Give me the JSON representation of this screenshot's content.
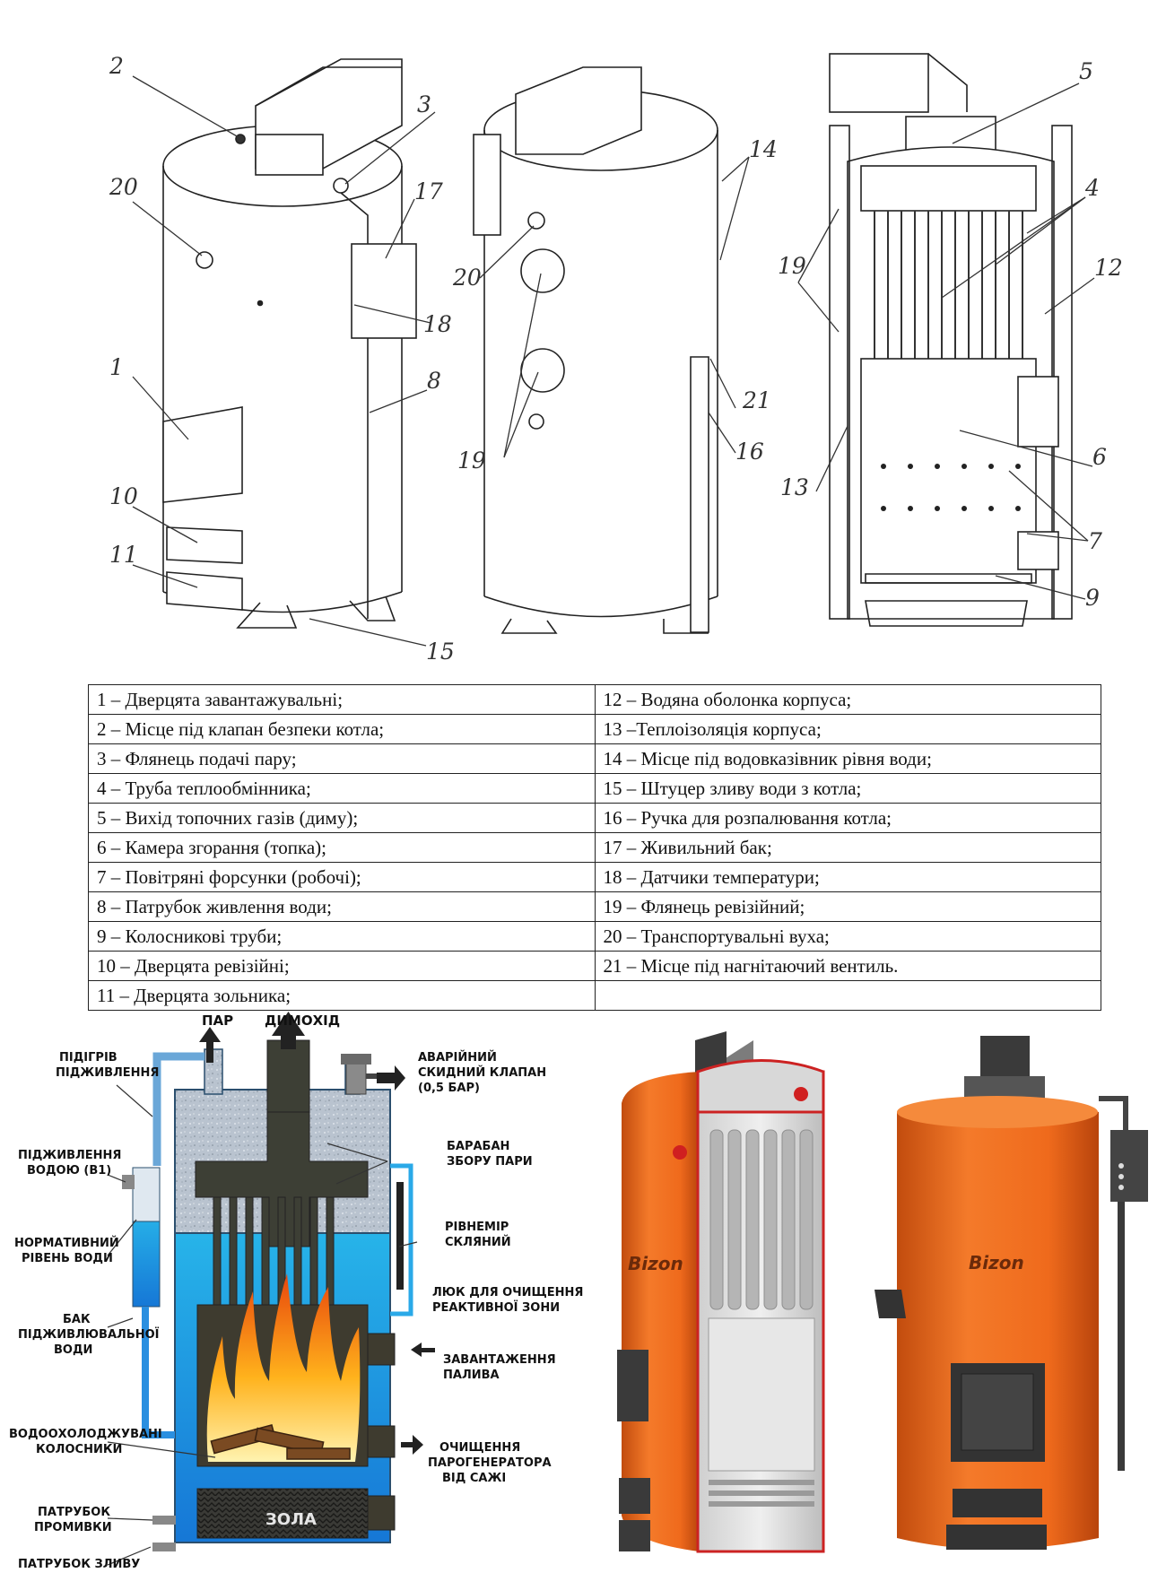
{
  "callouts": {
    "c1": "1",
    "c2": "2",
    "c3": "3",
    "c4": "4",
    "c5": "5",
    "c6": "6",
    "c7": "7",
    "c8": "8",
    "c9": "9",
    "c10": "10",
    "c11": "11",
    "c12": "12",
    "c13": "13",
    "c14": "14",
    "c15": "15",
    "c16": "16",
    "c17": "17",
    "c18": "18",
    "c19": "19",
    "c20": "20",
    "c21": "21",
    "c19b": "19",
    "c20b": "20"
  },
  "legend": {
    "left": [
      "1 – Дверцята завантажувальні;",
      "2 – Місце під клапан безпеки котла;",
      "3 – Флянець подачі пару;",
      "4 – Труба теплообмінника;",
      "5 – Вихід топочних газів (диму);",
      "6 – Камера згорання (топка);",
      "7 – Повітряні форсунки (робочі);",
      "8 – Патрубок живлення води;",
      "9 – Колосникові труби;",
      "10 – Дверцята ревізійні;",
      "11 – Дверцята зольника;"
    ],
    "right": [
      "12 – Водяна оболонка корпуса;",
      "13 –Теплоізоляція корпуса;",
      "14 – Місце під водовказівник  рівня води;",
      "15 – Штуцер зливу води з котла;",
      "16 – Ручка для розпалювання котла;",
      "17 – Живильний бак;",
      "18 – Датчики температури;",
      "19 – Флянець ревізійний;",
      "20 – Транспортувальні вуха;",
      "21 – Місце під нагнітаючий вентиль.",
      ""
    ]
  },
  "schema": {
    "steam": "ПАР",
    "chimney": "ДИМОХІД",
    "preheat": [
      "ПІДІГРІВ",
      "ПІДЖИВЛЕННЯ"
    ],
    "feed_water": [
      "ПІДЖИВЛЕННЯ",
      "ВОДОЮ (В1)"
    ],
    "normal_level": [
      "НОРМАТИВНИЙ",
      "РІВЕНЬ ВОДИ"
    ],
    "feed_tank": [
      "БАК",
      "ПІДЖИВЛЮВАЛЬНОЇ",
      "ВОДИ"
    ],
    "grates": [
      "ВОДООХОЛОДЖУВАНІ",
      "КОЛОСНИКИ"
    ],
    "flush": [
      "ПАТРУБОК",
      "ПРОМИВКИ"
    ],
    "drain": "ПАТРУБОК ЗЛИВУ",
    "valve": [
      "АВАРІЙНИЙ",
      "СКИДНИЙ КЛАПАН",
      "(0,5 БАР)"
    ],
    "drum": [
      "БАРАБАН",
      "ЗБОРУ ПАРИ"
    ],
    "gauge": [
      "РІВНЕМІР",
      "СКЛЯНИЙ"
    ],
    "hatch": [
      "ЛЮК ДЛЯ ОЧИЩЕННЯ",
      "РЕАКТИВНОЇ ЗОНИ"
    ],
    "loading": [
      "ЗАВАНТАЖЕННЯ",
      "ПАЛИВА"
    ],
    "cleaning": [
      "ОЧИЩЕННЯ",
      "ПАРОГЕНЕРАТОРА",
      "ВІД САЖІ"
    ],
    "ash": "ЗОЛА"
  },
  "brand": {
    "logo_left": "Bizon",
    "logo_right": "Bizon"
  },
  "colors": {
    "orange": "#ef6a1c",
    "water": "#2aa9e8",
    "insulation": "#b6c2cf",
    "smoke": "#3d3f35",
    "steel": "#3a3a3a"
  }
}
